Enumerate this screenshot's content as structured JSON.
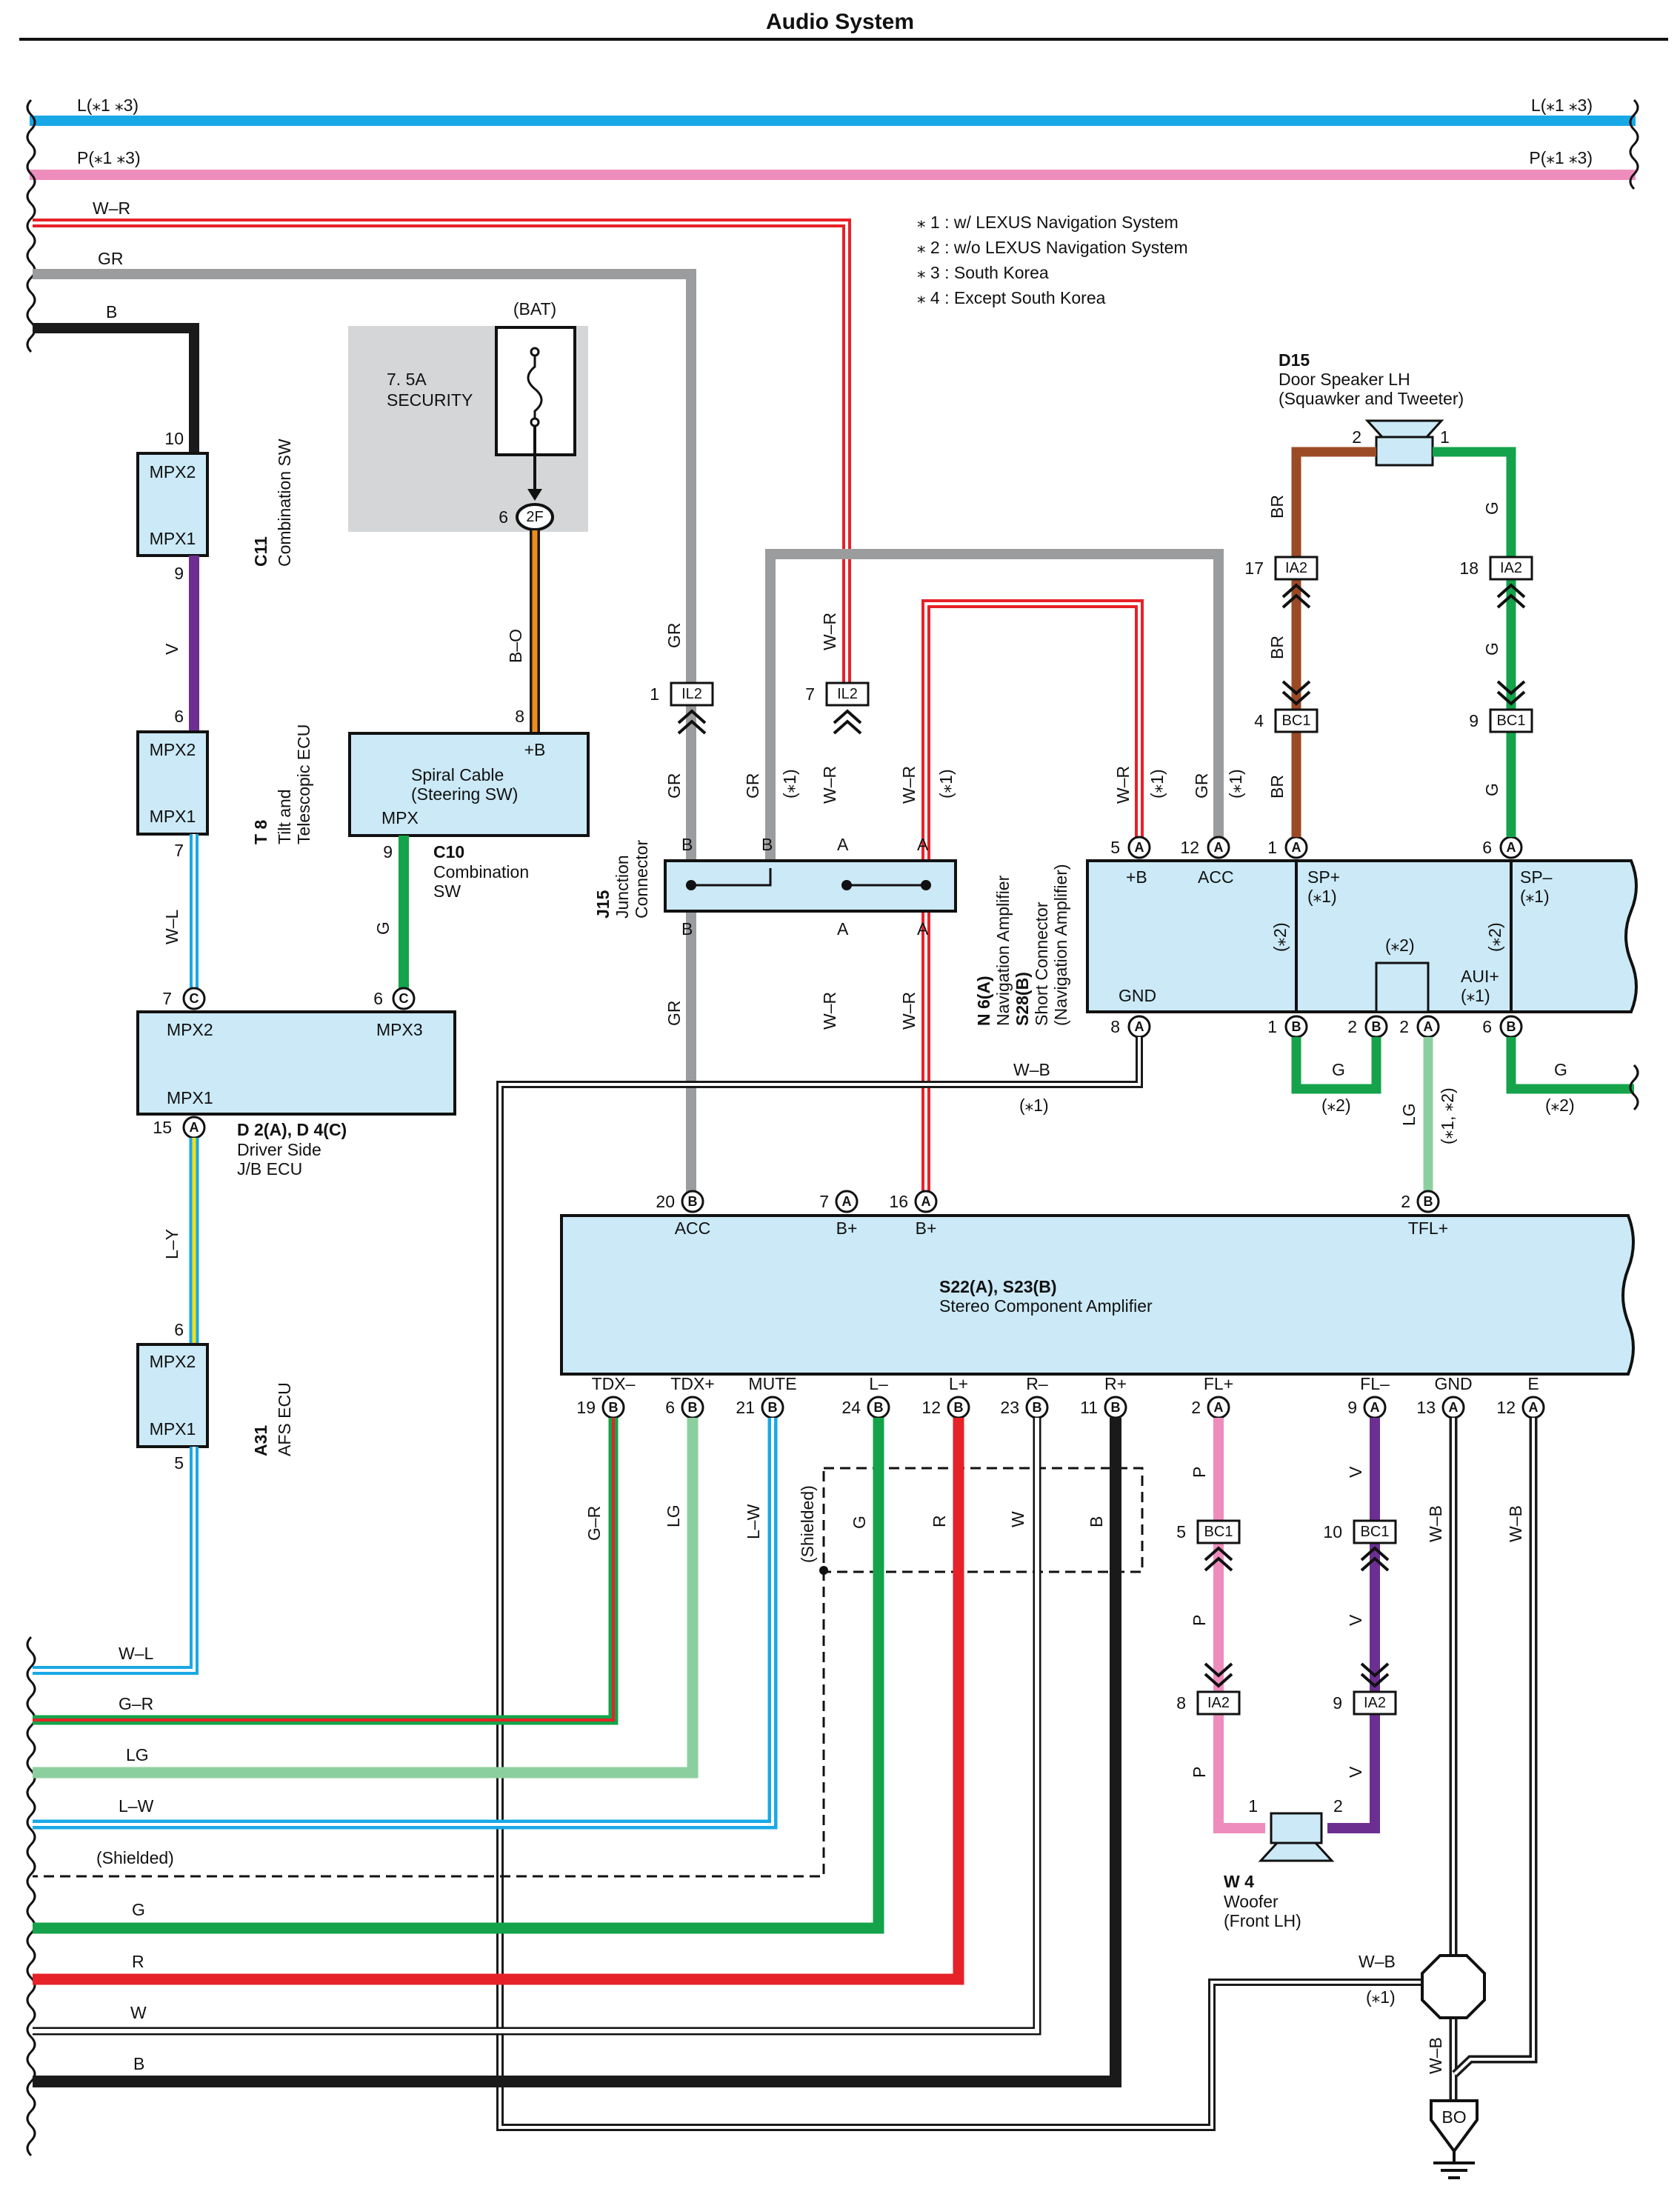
{
  "title": "Audio System",
  "notes": [
    "⁎ 1 : w/ LEXUS Navigation System",
    "⁎ 2 : w/o LEXUS Navigation System",
    "⁎ 3 : South Korea",
    "⁎ 4 : Except South Korea"
  ],
  "colors": {
    "L": "#19a8e6",
    "P": "#ee8dbd",
    "W-R": "#e62228",
    "GR": "#9a9c9e",
    "B": "#1a1a1a",
    "V": "#6c2f91",
    "G": "#14a34a",
    "LG": "#8ccf9e",
    "BR": "#9b4a26",
    "R": "#e62228",
    "B-O": "#f08c1e",
    "Y": "#f2e01a",
    "fuse_bg": "#d4d6d8",
    "component_fill": "#cbe9f6"
  },
  "top_buses": {
    "L": {
      "left": "L(⁎1 ⁎3)",
      "right": "L(⁎1 ⁎3)"
    },
    "P": {
      "left": "P(⁎1 ⁎3)",
      "right": "P(⁎1 ⁎3)"
    },
    "WR": "W–R",
    "GR": "GR",
    "B": "B"
  },
  "fuse": {
    "source": "(BAT)",
    "rating": "7. 5A",
    "name": "SECURITY",
    "pin_num": "6",
    "pin_code": "2F"
  },
  "C11": {
    "code": "C11",
    "name": "Combination SW",
    "top": "MPX2",
    "bottom": "MPX1",
    "pin_top": "10",
    "pin_bottom": "9"
  },
  "T8": {
    "code": "T 8",
    "name1": "Tilt and",
    "name2": "Telescopic ECU",
    "top": "MPX2",
    "bottom": "MPX1",
    "pin_top": "6",
    "pin_bottom": "7"
  },
  "C10": {
    "code": "C10",
    "name1": "Combination",
    "name2": "SW",
    "text1": "Spiral Cable",
    "text2": "(Steering SW)",
    "plus": "+B",
    "mpx": "MPX",
    "pin_plus": "8",
    "pin_mpx": "9"
  },
  "D2": {
    "code": "D 2(A), D 4(C)",
    "name1": "Driver Side",
    "name2": "J/B ECU",
    "mpx2": "MPX2",
    "mpx3": "MPX3",
    "mpx1": "MPX1",
    "pin_mpx2": "7",
    "pin_mpx3": "6",
    "pin_mpx1": "15",
    "let_mpx2": "C",
    "let_mpx3": "C",
    "let_mpx1": "A"
  },
  "A31": {
    "code": "A31",
    "name": "AFS ECU",
    "top": "MPX2",
    "bottom": "MPX1",
    "pin_top": "6",
    "pin_bottom": "5"
  },
  "J15": {
    "code": "J15",
    "name1": "Junction",
    "name2": "Connector",
    "B": "B",
    "A": "A"
  },
  "navamp": {
    "code1": "N 6(A)",
    "name1": "Navigation Amplifier",
    "code2": "S28(B)",
    "name2": "Short Connector",
    "name3": "(Navigation Amplifier)",
    "pin_b": "+B",
    "acc": "ACC",
    "gnd": "GND",
    "spp": "SP+",
    "spm": "SP–",
    "aui": "AUI+",
    "n1": "(⁎1)",
    "n2": "(⁎2)",
    "pins": {
      "p5": "5",
      "p12": "12",
      "p1": "1",
      "p6": "6",
      "p8": "8",
      "pb1": "1",
      "pb2": "2",
      "pa2": "2",
      "pb6": "6"
    }
  },
  "d15": {
    "code": "D15",
    "name1": "Door Speaker LH",
    "name2": "(Squawker and Tweeter)",
    "p2": "2",
    "p1": "1"
  },
  "stereo": {
    "code": "S22(A), S23(B)",
    "name": "Stereo Component Amplifier",
    "top_pins": [
      {
        "num": "20",
        "let": "B",
        "name": "ACC"
      },
      {
        "num": "7",
        "let": "A",
        "name": "B+"
      },
      {
        "num": "16",
        "let": "A",
        "name": "B+"
      },
      {
        "num": "2",
        "let": "B",
        "name": "TFL+"
      }
    ],
    "bottom_pins": [
      {
        "num": "19",
        "let": "B",
        "name": "TDX–"
      },
      {
        "num": "6",
        "let": "B",
        "name": "TDX+"
      },
      {
        "num": "21",
        "let": "B",
        "name": "MUTE"
      },
      {
        "num": "24",
        "let": "B",
        "name": "L–"
      },
      {
        "num": "12",
        "let": "B",
        "name": "L+"
      },
      {
        "num": "23",
        "let": "B",
        "name": "R–"
      },
      {
        "num": "11",
        "let": "B",
        "name": "R+"
      },
      {
        "num": "2",
        "let": "A",
        "name": "FL+"
      },
      {
        "num": "9",
        "let": "A",
        "name": "FL–"
      },
      {
        "num": "13",
        "let": "A",
        "name": "GND"
      },
      {
        "num": "12",
        "let": "A",
        "name": "E"
      }
    ]
  },
  "connectors": [
    {
      "code": "IL2",
      "pin": "1"
    },
    {
      "code": "IL2",
      "pin": "7"
    },
    {
      "code": "IA2",
      "pin": "17"
    },
    {
      "code": "IA2",
      "pin": "18"
    },
    {
      "code": "BC1",
      "pin": "4"
    },
    {
      "code": "BC1",
      "pin": "9"
    },
    {
      "code": "BC1",
      "pin": "5"
    },
    {
      "code": "BC1",
      "pin": "10"
    },
    {
      "code": "IA2",
      "pin": "8"
    },
    {
      "code": "IA2",
      "pin": "9"
    }
  ],
  "woofer": {
    "code": "W 4",
    "name1": "Woofer",
    "name2": "(Front LH)",
    "p1": "1",
    "p2": "2"
  },
  "ground": {
    "code": "BO",
    "wb": "W–B",
    "note": "(⁎1)"
  },
  "wire_labels": {
    "V": "V",
    "WL": "W–L",
    "G": "G",
    "LY": "L–Y",
    "BO": "B–O",
    "GR": "GR",
    "WR": "W–R",
    "B": "B",
    "BR": "BR",
    "WB": "W–B",
    "LG": "LG",
    "GR2": "G–R",
    "LW": "L–W",
    "R": "R",
    "W": "W",
    "P": "P",
    "shielded": "(Shielded)",
    "n1": "(⁎1)",
    "n2": "(⁎2)",
    "n12": "(⁎1, ⁎2)"
  },
  "bottom_buses": [
    "W–L",
    "G–R",
    "LG",
    "L–W",
    "(Shielded)",
    "G",
    "R",
    "W",
    "B"
  ]
}
